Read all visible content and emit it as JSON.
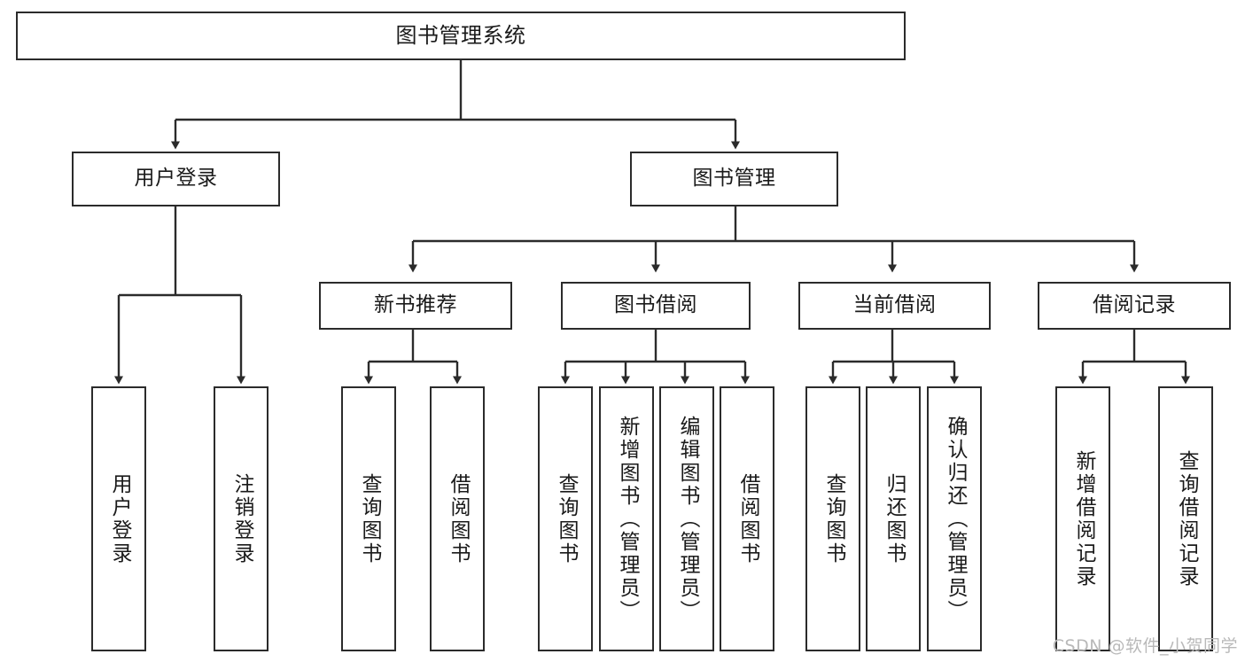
{
  "diagram": {
    "type": "tree-hierarchy",
    "title": "图书管理系统",
    "watermark": "CSDN @软件_小贺同学",
    "colors": {
      "stroke": "#2b2b2b",
      "fill": "#ffffff",
      "text": "#1a1a1a",
      "watermark": "#b9b9b9"
    },
    "levels": {
      "root": {
        "label": "图书管理系统"
      },
      "level2": [
        {
          "id": "user-login",
          "label": "用户登录"
        },
        {
          "id": "book-manage",
          "label": "图书管理"
        }
      ],
      "level3": [
        {
          "id": "new-book-recommend",
          "label": "新书推荐",
          "parent": "book-manage"
        },
        {
          "id": "book-borrow",
          "label": "图书借阅",
          "parent": "book-manage"
        },
        {
          "id": "current-borrow",
          "label": "当前借阅",
          "parent": "book-manage"
        },
        {
          "id": "borrow-record",
          "label": "借阅记录",
          "parent": "book-manage"
        }
      ],
      "leaves": [
        {
          "id": "leaf-user-login",
          "label": "用户登录",
          "parent": "user-login"
        },
        {
          "id": "leaf-logout",
          "label": "注销登录",
          "parent": "user-login"
        },
        {
          "id": "leaf-query-book-1",
          "label": "查询图书",
          "parent": "new-book-recommend"
        },
        {
          "id": "leaf-borrow-book-1",
          "label": "借阅图书",
          "parent": "new-book-recommend"
        },
        {
          "id": "leaf-query-book-2",
          "label": "查询图书",
          "parent": "book-borrow"
        },
        {
          "id": "leaf-add-book",
          "label": "新增图书（管理员）",
          "parent": "book-borrow"
        },
        {
          "id": "leaf-edit-book",
          "label": "编辑图书（管理员）",
          "parent": "book-borrow"
        },
        {
          "id": "leaf-borrow-book-2",
          "label": "借阅图书",
          "parent": "book-borrow"
        },
        {
          "id": "leaf-query-book-3",
          "label": "查询图书",
          "parent": "current-borrow"
        },
        {
          "id": "leaf-return-book",
          "label": "归还图书",
          "parent": "current-borrow"
        },
        {
          "id": "leaf-confirm-return",
          "label": "确认归还（管理员）",
          "parent": "current-borrow"
        },
        {
          "id": "leaf-add-record",
          "label": "新增借阅记录",
          "parent": "borrow-record"
        },
        {
          "id": "leaf-query-record",
          "label": "查询借阅记录",
          "parent": "borrow-record"
        }
      ]
    }
  }
}
